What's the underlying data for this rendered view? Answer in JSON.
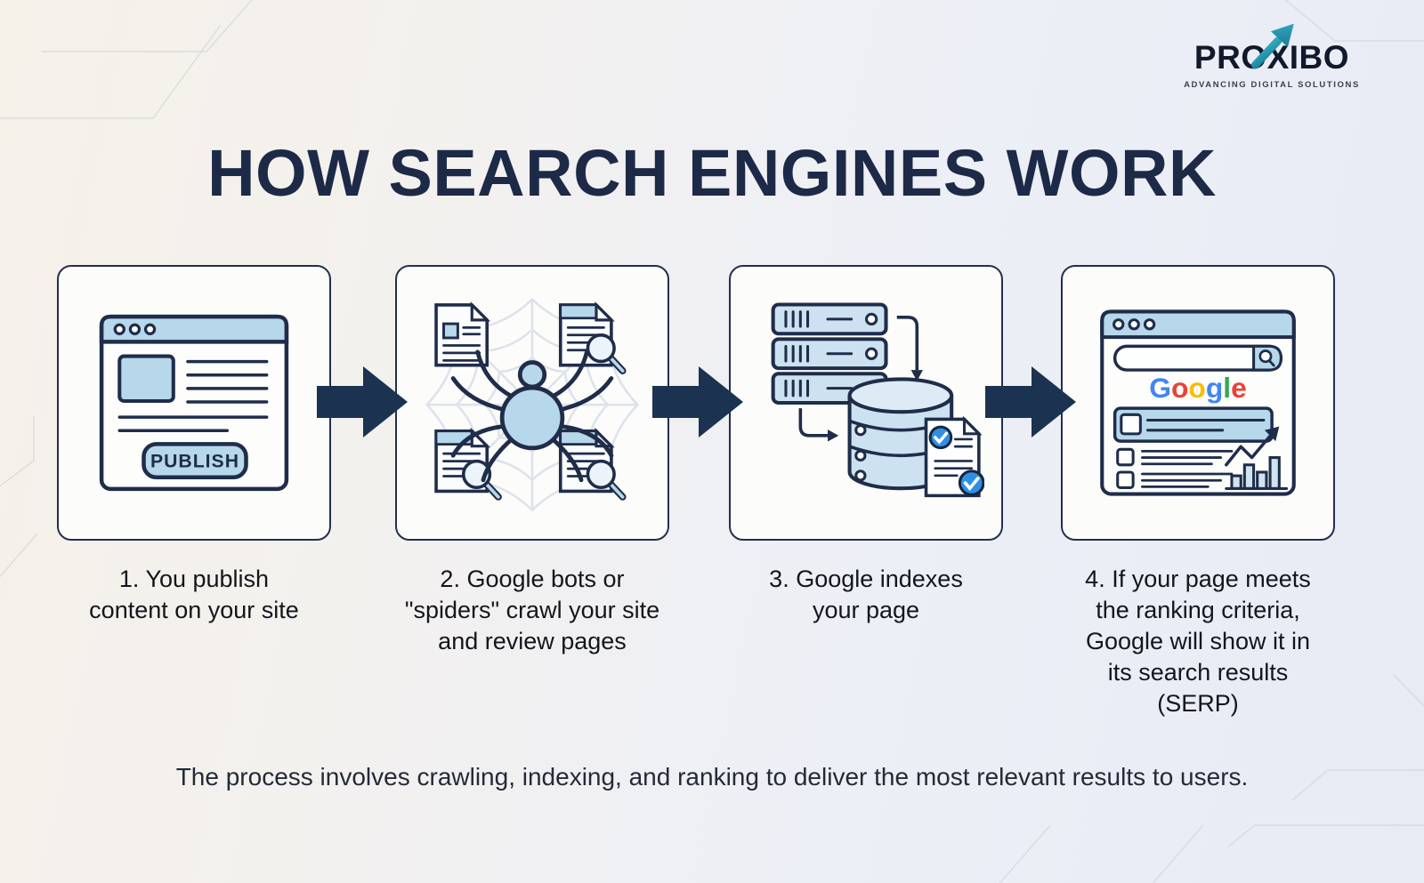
{
  "brand": {
    "name": "PROXIBO",
    "tagline": "ADVANCING DIGITAL SOLUTIONS"
  },
  "title": "HOW SEARCH ENGINES WORK",
  "steps": [
    {
      "id": 1,
      "caption": "1. You publish\ncontent on your site",
      "illustration": "published-webpage",
      "button_label": "PUBLISH"
    },
    {
      "id": 2,
      "caption": "2. Google bots or\n\"spiders\" crawl your site\nand review pages",
      "illustration": "spider-crawling-web"
    },
    {
      "id": 3,
      "caption": "3. Google indexes\nyour page",
      "illustration": "servers-database-index"
    },
    {
      "id": 4,
      "caption": "4. If your page meets\nthe ranking criteria,\nGoogle will show it in\nits search results\n(SERP)",
      "illustration": "google-serp"
    }
  ],
  "google": {
    "letters": [
      {
        "char": "G",
        "color": "#4285F4"
      },
      {
        "char": "o",
        "color": "#EA4335"
      },
      {
        "char": "o",
        "color": "#FBBC05"
      },
      {
        "char": "g",
        "color": "#4285F4"
      },
      {
        "char": "l",
        "color": "#34A853"
      },
      {
        "char": "e",
        "color": "#EA4335"
      }
    ]
  },
  "footer": "The process involves crawling, indexing, and ranking to deliver the most relevant results to users.",
  "colors": {
    "navy_ink": "#1f2d4a",
    "flow_arrow": "#1b3350",
    "light_blue": "#b7d7ea",
    "pale_blue": "#cfe3f1",
    "check_blue": "#2f8fe5",
    "logo_teal": "#2a9fb8",
    "title_navy": "#1d2a47"
  }
}
